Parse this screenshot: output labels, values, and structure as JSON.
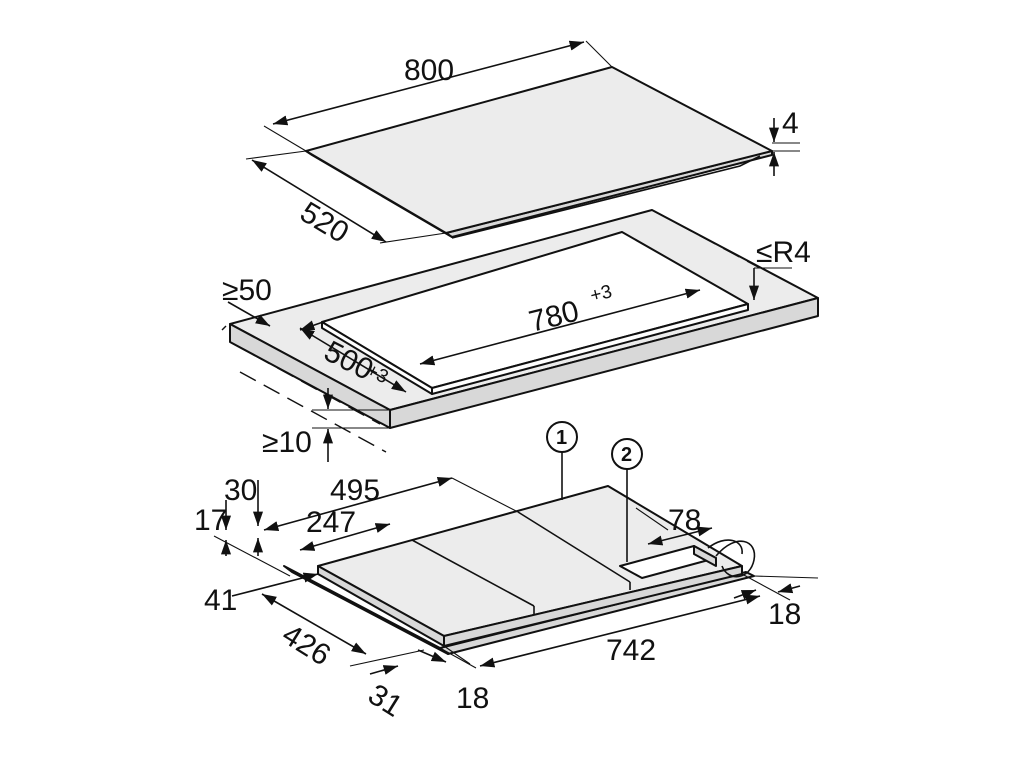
{
  "hob_glass": {
    "width": "800",
    "depth": "520",
    "thickness": "4"
  },
  "cutout": {
    "corner_radius": "≤R4",
    "min_distance_back": "≥50",
    "width": "780",
    "width_tolerance": "+3",
    "depth": "500",
    "depth_tolerance": "+3",
    "min_worktop_thickness": "≥10"
  },
  "underside": {
    "callout_1": "1",
    "callout_2": "2",
    "d_495": "495",
    "d_247": "247",
    "d_30": "30",
    "d_17": "17",
    "d_78": "78",
    "d_41": "41",
    "d_426": "426",
    "d_31": "31",
    "d_18_left": "18",
    "d_742": "742",
    "d_18_right": "18"
  }
}
